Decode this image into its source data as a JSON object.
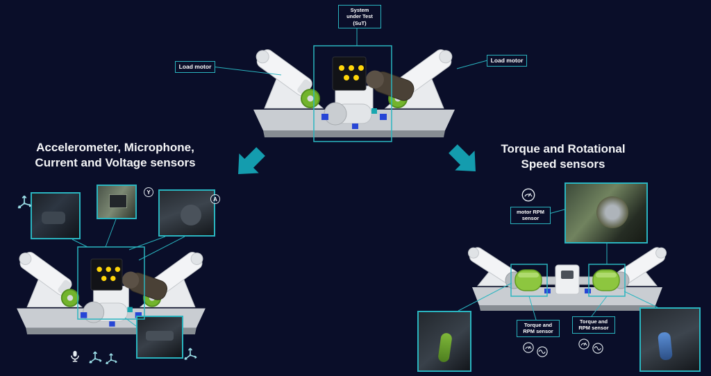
{
  "theme": {
    "background": "#0a0e29",
    "accent": "#2ab5c0",
    "arrow": "#149cae",
    "text": "#ffffff",
    "coupling_green": "#8dc63f",
    "sut_dot_yellow": "#ffd60a"
  },
  "top_diagram": {
    "sut_callout": {
      "line1": "System",
      "line2": "under Test",
      "line3": "(SuT)"
    },
    "load_motor_left_label": "Load motor",
    "load_motor_right_label": "Load motor"
  },
  "left_section": {
    "heading_line1": "Accelerometer, Microphone,",
    "heading_line2": "Current and Voltage sensors",
    "marker_y": "Y",
    "marker_a": "A"
  },
  "right_section": {
    "heading_line1": "Torque and Rotational",
    "heading_line2": "Speed sensors",
    "motor_rpm_callout": {
      "line1": "motor RPM",
      "line2": "sensor"
    },
    "torque_rpm_callout_1": {
      "line1": "Torque and",
      "line2": "RPM sensor"
    },
    "torque_rpm_callout_2": {
      "line1": "Torque and",
      "line2": "RPM sensor"
    }
  },
  "icons": {
    "accelerometer": "3d-axis-icon",
    "microphone": "microphone-icon",
    "rpm_gauge": "gauge-dial-icon",
    "torque_signal": "waveform-icon",
    "arrow_left": "thick-arrow-down-left",
    "arrow_right": "thick-arrow-down-right"
  }
}
